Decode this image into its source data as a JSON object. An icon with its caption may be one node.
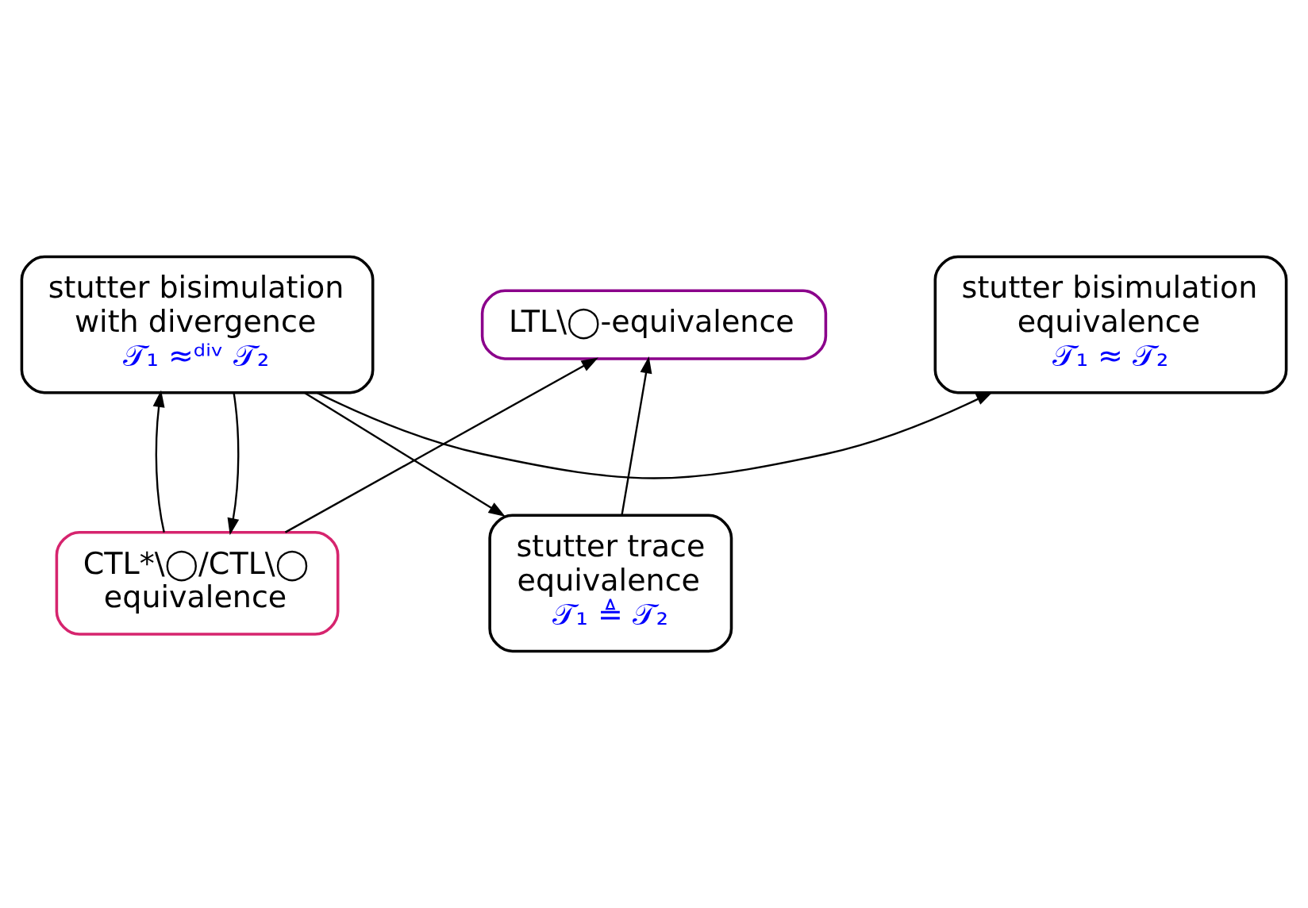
{
  "diagram": {
    "nodes": [
      {
        "text": [
          "LTL\\◯-equivalence"
        ]
      },
      {
        "text": [
          "stutter trace equivalence",
          "𝒯₁ ≜ 𝒯₂"
        ]
      },
      {
        "text": [
          "CTL*\\◯/CTL\\◯ equivalence"
        ]
      },
      {
        "text": [
          "stutter bisimulation equivalence",
          "𝒯₁ ≈ 𝒯₂"
        ]
      },
      {
        "text": [
          "stutter bisimulation with divergence",
          "𝒯₁ ≈ᵈⁱᵛ 𝒯₂"
        ]
      }
    ],
    "edges": [
      {
        "from": 1,
        "to": 0,
        "arrow": "to"
      },
      {
        "from": 2,
        "to": 0,
        "arrow": "to"
      },
      {
        "from": 4,
        "to": 1,
        "arrow": "to"
      },
      {
        "from": 2,
        "to": 4,
        "arrow": "to"
      },
      {
        "from": 4,
        "to": 2,
        "arrow": "to"
      },
      {
        "from": 4,
        "to": 3,
        "arrow": "to"
      }
    ]
  }
}
